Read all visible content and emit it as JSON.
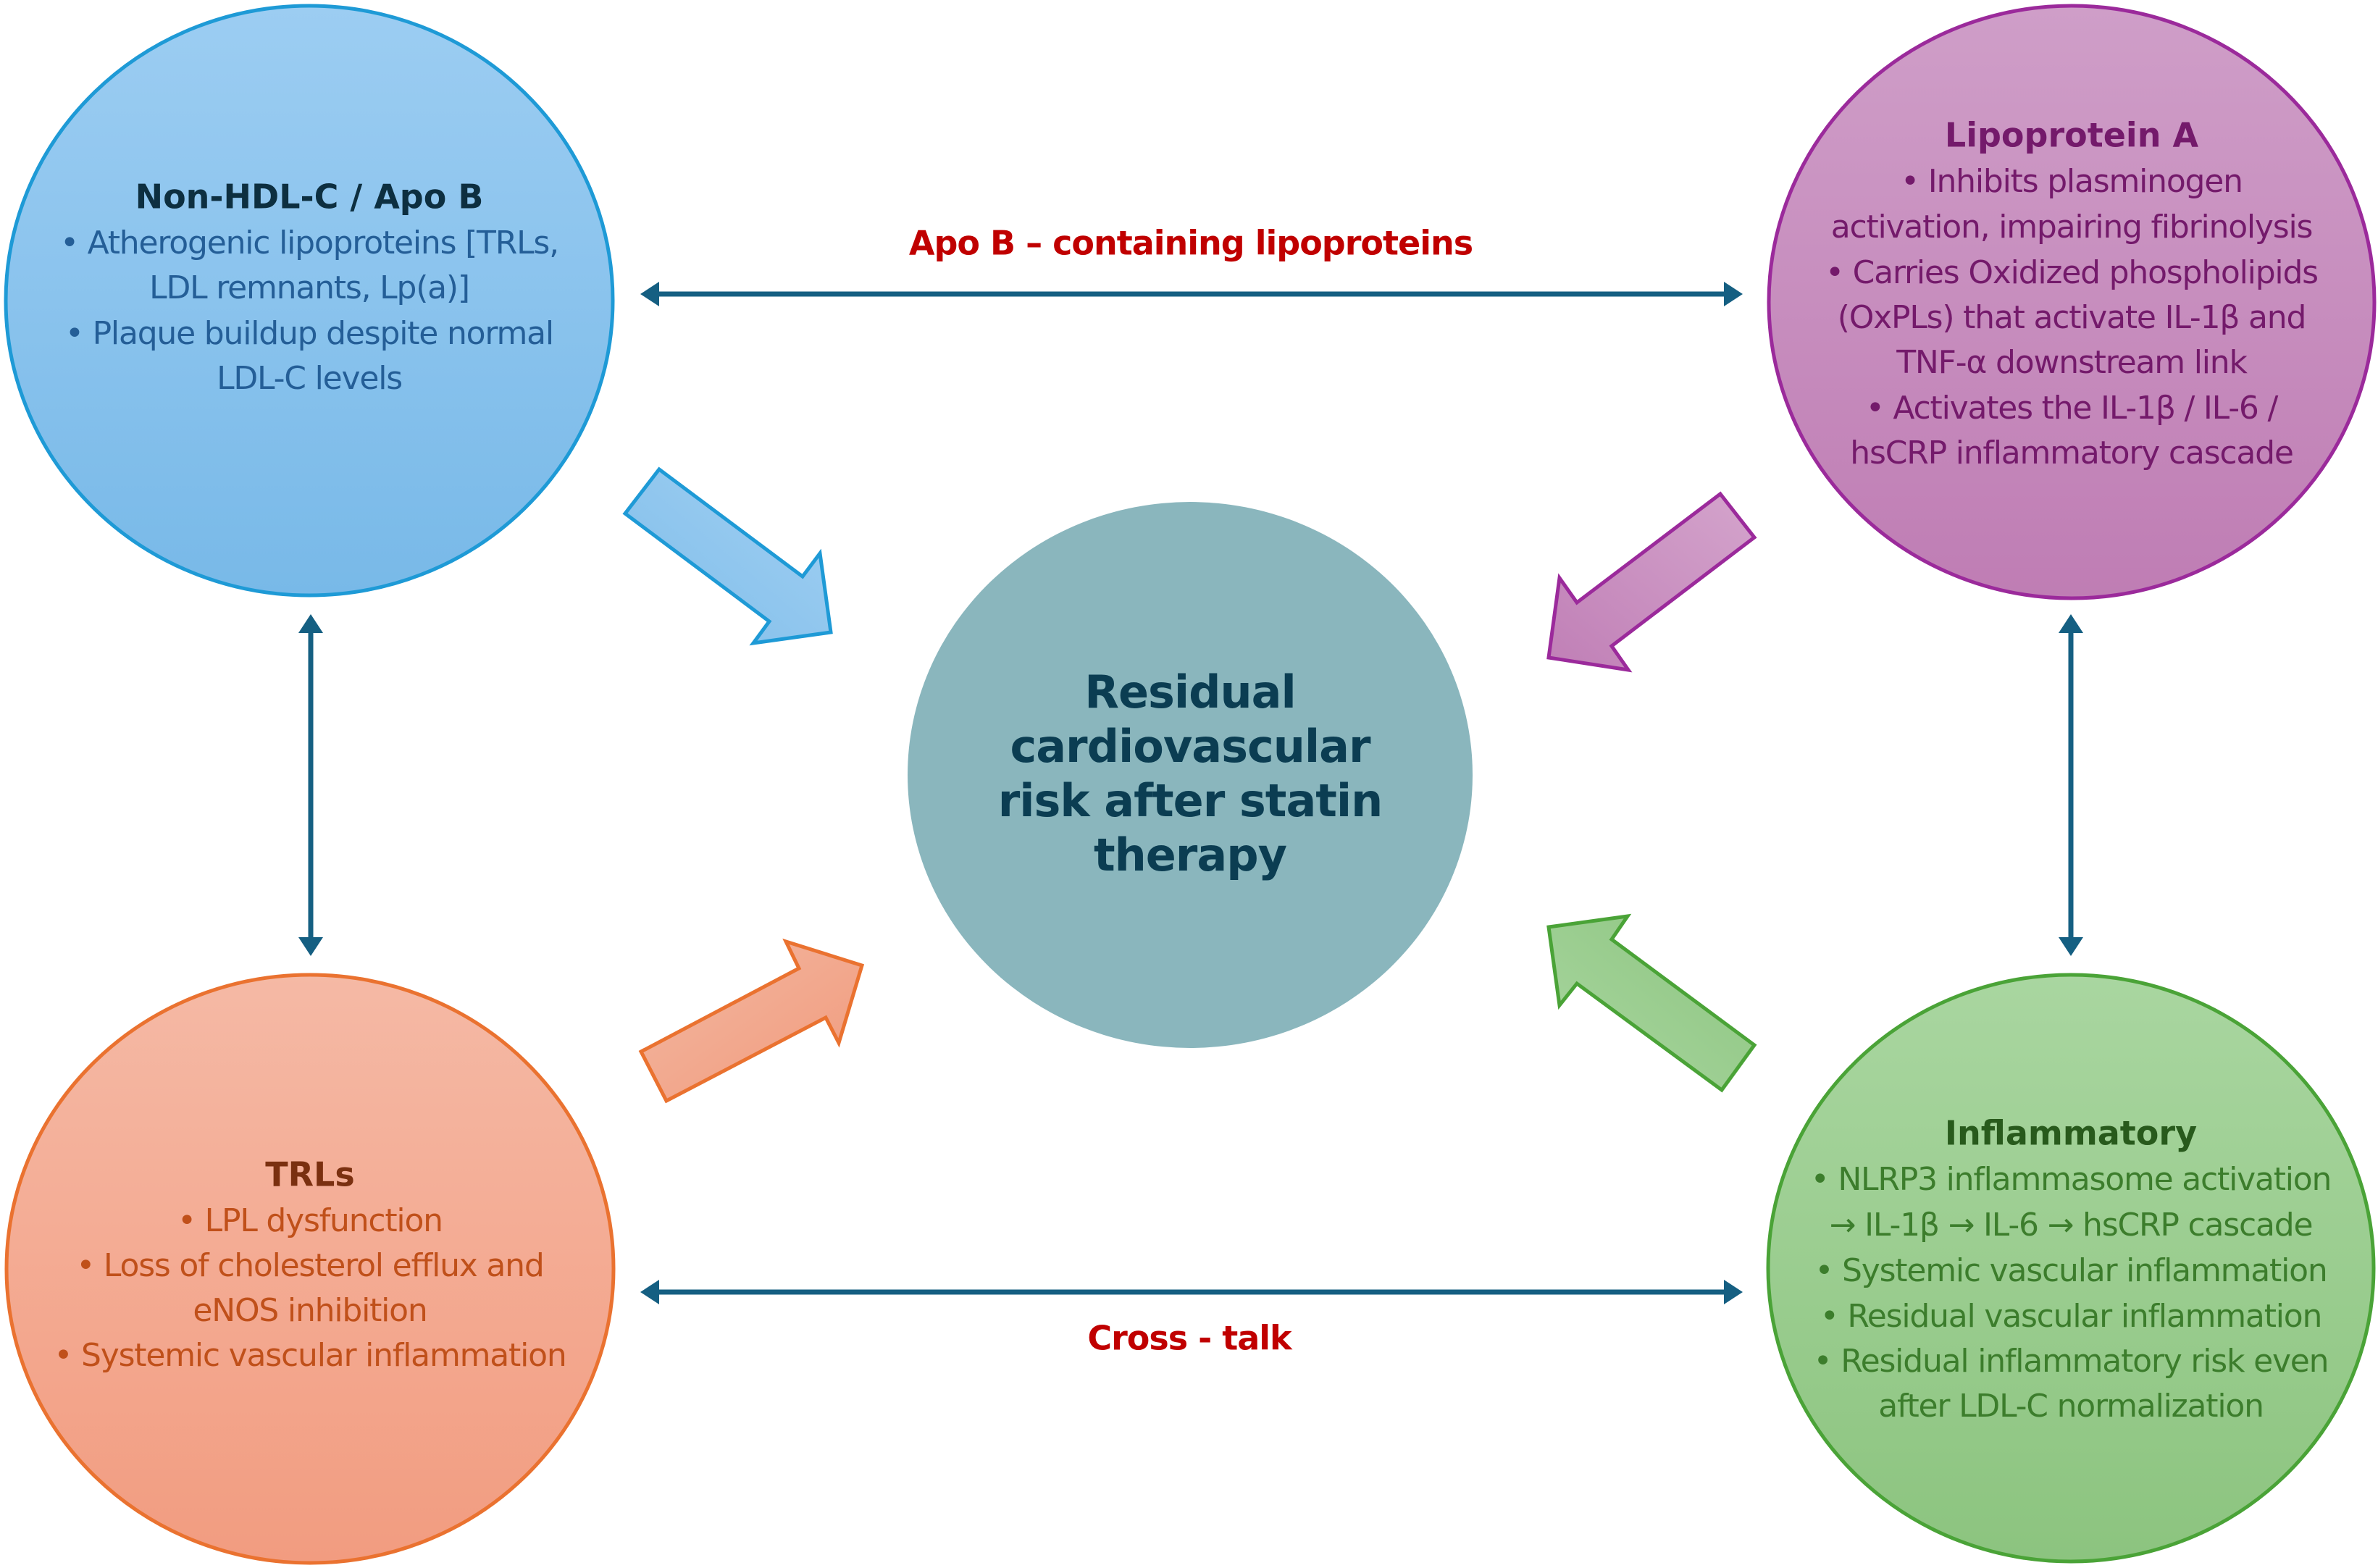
{
  "center": {
    "lines": [
      "Residual",
      "cardiovascular",
      "risk after statin",
      "therapy"
    ],
    "color": "#8ab6bd",
    "text_color": "#0b3d52"
  },
  "nodes": {
    "non_hdl": {
      "title": "Non-HDL-C / Apo B",
      "lines": [
        "• Atherogenic lipoproteins [TRLs,",
        "LDL remnants, Lp(a)]",
        "• Plaque buildup despite normal",
        "LDL-C levels"
      ],
      "fill_top": "#9ccdf2",
      "fill_bottom": "#78b9e8",
      "stroke": "#1e9ad6",
      "title_color": "#0d2f40",
      "text_color": "#245e97"
    },
    "lpa": {
      "title": "Lipoprotein A",
      "lines": [
        "• Inhibits plasminogen",
        "activation, impairing fibrinolysis",
        "• Carries Oxidized phospholipids",
        "(OxPLs) that activate IL-1β and",
        "TNF-α downstream link",
        "• Activates the IL-1β / IL-6 /",
        "hsCRP inflammatory cascade"
      ],
      "fill_top": "#cf9ec8",
      "fill_bottom": "#bf7db4",
      "stroke": "#9b2a9b",
      "title_color": "#741a6b",
      "text_color": "#741a6b"
    },
    "trls": {
      "title": "TRLs",
      "lines": [
        "• LPL dysfunction",
        "• Loss of cholesterol efflux and",
        "eNOS inhibition",
        "• Systemic vascular inflammation"
      ],
      "fill_top": "#f5b9a5",
      "fill_bottom": "#f29c80",
      "stroke": "#ea7230",
      "title_color": "#7a3010",
      "text_color": "#c0501a"
    },
    "inflammatory": {
      "title": "Inflammatory",
      "lines": [
        "• NLRP3 inflammasome activation",
        "→ IL-1β → IL-6 → hsCRP cascade",
        "• Systemic vascular inflammation",
        "• Residual vascular inflammation",
        "• Residual inflammatory risk even",
        "after LDL-C normalization"
      ],
      "fill_top": "#a9d6a0",
      "fill_bottom": "#8cc47f",
      "stroke": "#4aa337",
      "title_color": "#285a1c",
      "text_color": "#3c7d2c"
    }
  },
  "links": {
    "top_label": "Apo B – containing lipoproteins",
    "bottom_label": "Cross - talk",
    "label_color": "#c00000",
    "connector_color": "#155f82"
  }
}
